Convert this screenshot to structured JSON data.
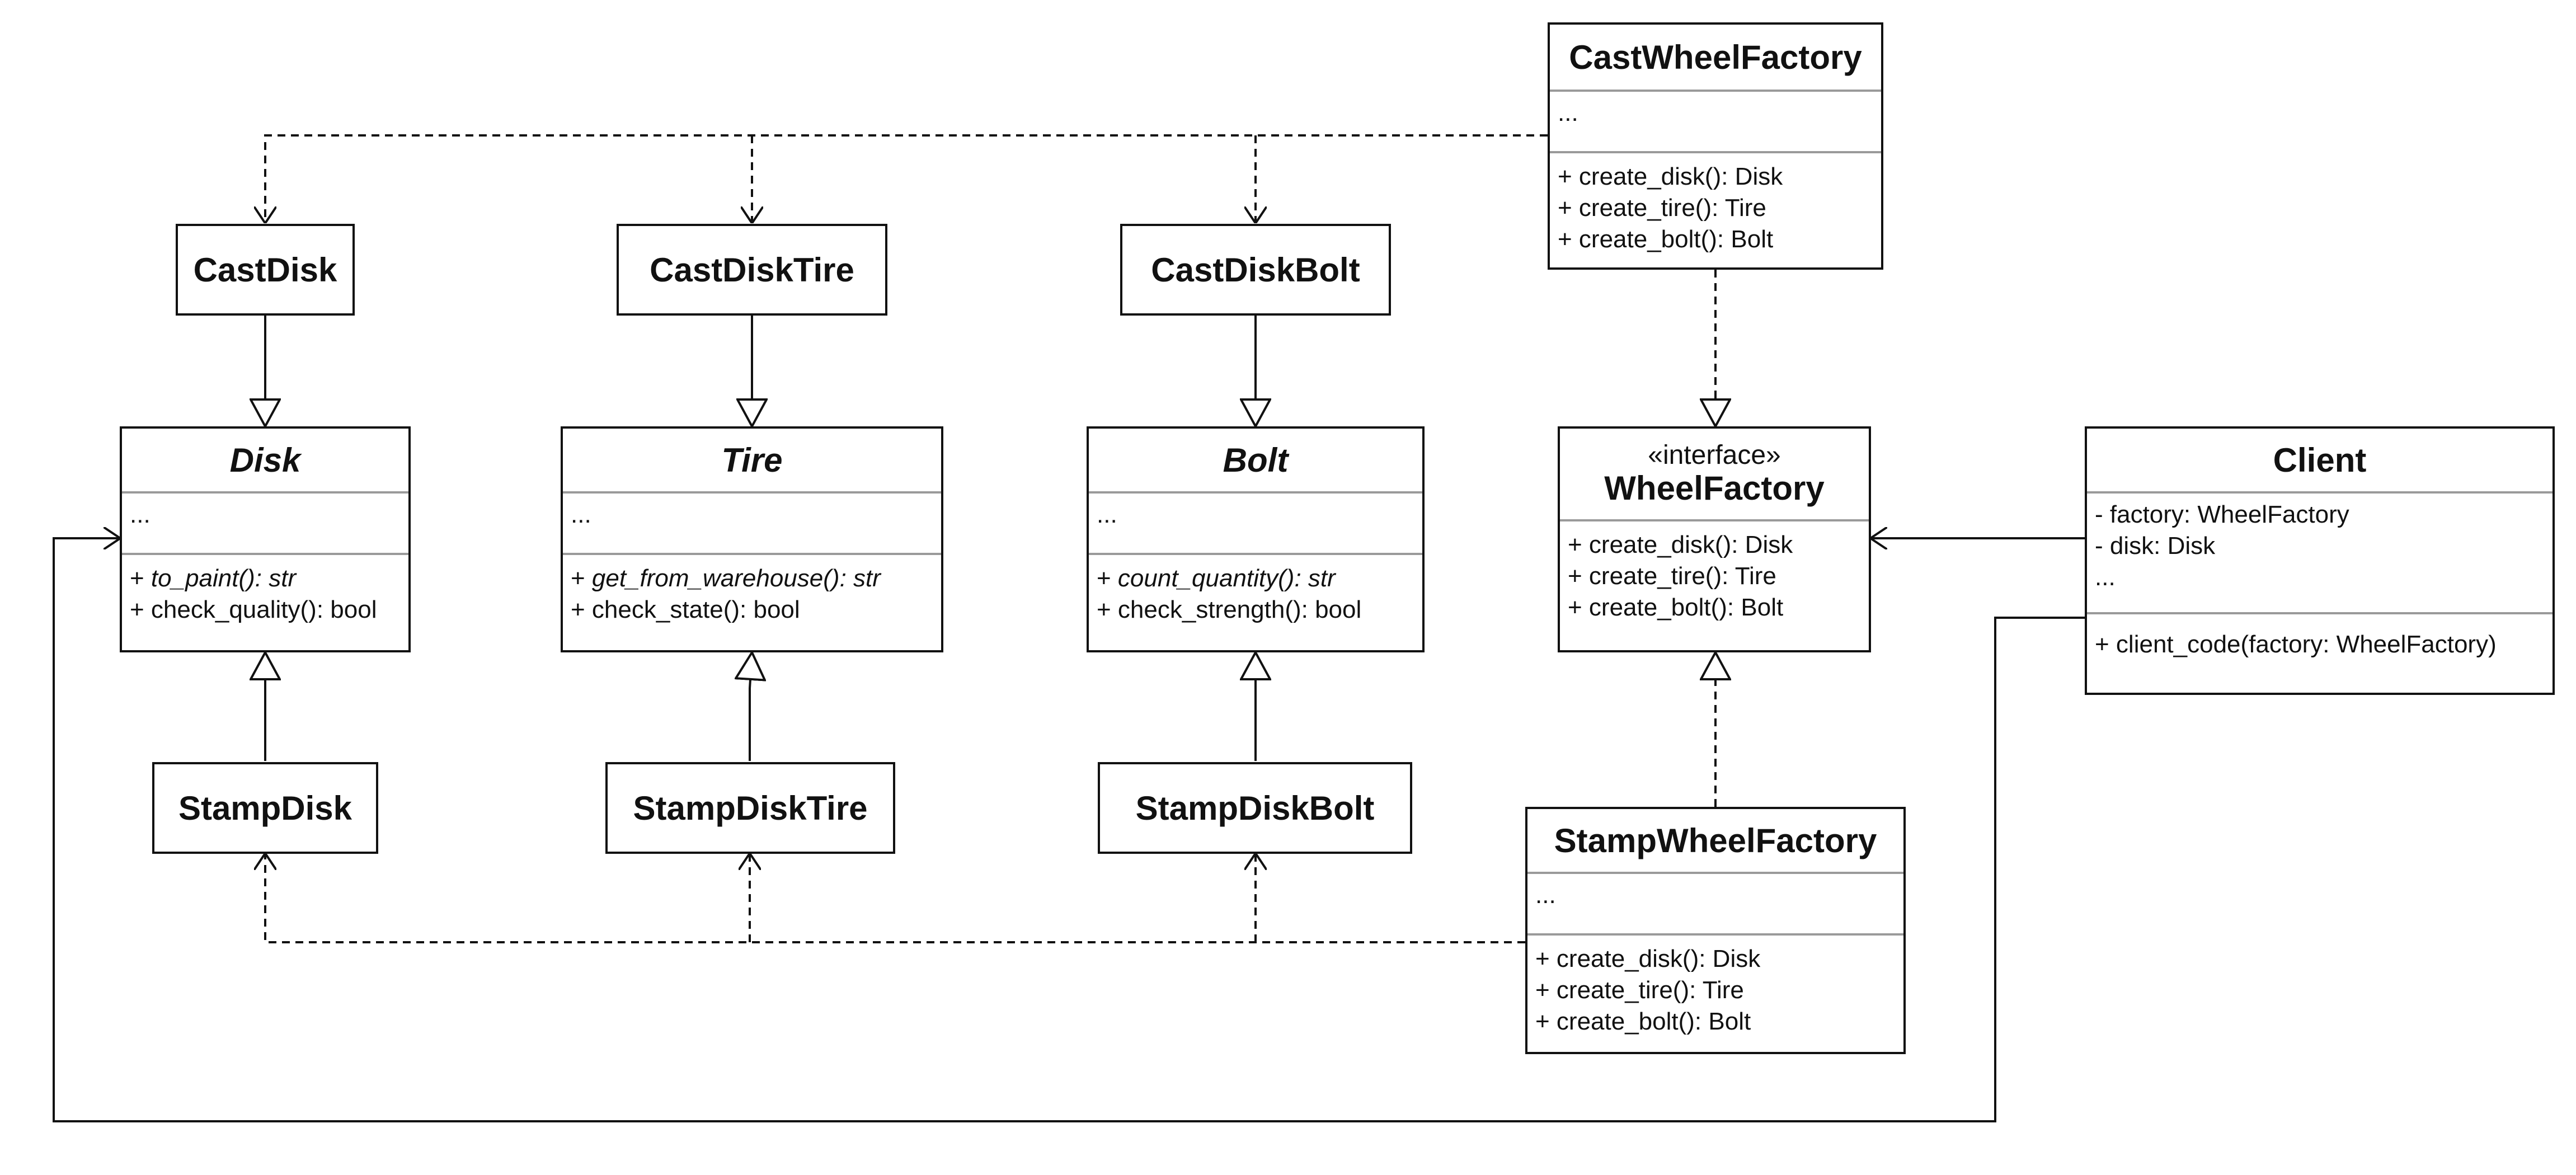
{
  "classes": {
    "cast_wheel_factory": {
      "name": "CastWheelFactory",
      "attrs": [
        "..."
      ],
      "ops": [
        "+ create_disk(): Disk",
        "+ create_tire(): Tire",
        "+ create_bolt(): Bolt"
      ]
    },
    "cast_disk": {
      "name": "CastDisk"
    },
    "cast_disk_tire": {
      "name": "CastDiskTire"
    },
    "cast_disk_bolt": {
      "name": "CastDiskBolt"
    },
    "disk": {
      "name": "Disk",
      "attrs": [
        "..."
      ],
      "ops": [
        {
          "prefix": "+ ",
          "italic": "to_paint(): str",
          "rest": ""
        },
        {
          "prefix": "+ ",
          "italic": "",
          "rest": "check_quality(): bool"
        }
      ]
    },
    "tire": {
      "name": "Tire",
      "attrs": [
        "..."
      ],
      "ops": [
        {
          "prefix": "+ ",
          "italic": "get_from_warehouse(): str",
          "rest": ""
        },
        {
          "prefix": "+ ",
          "italic": "",
          "rest": "check_state(): bool"
        }
      ]
    },
    "bolt": {
      "name": "Bolt",
      "attrs": [
        "..."
      ],
      "ops": [
        {
          "prefix": "+ ",
          "italic": "count_quantity(): str",
          "rest": ""
        },
        {
          "prefix": "+ ",
          "italic": "",
          "rest": "check_strength(): bool"
        }
      ]
    },
    "wheel_factory": {
      "stereotype": "«interface»",
      "name": "WheelFactory",
      "ops": [
        "+ create_disk(): Disk",
        "+ create_tire(): Tire",
        "+ create_bolt(): Bolt"
      ]
    },
    "client": {
      "name": "Client",
      "attrs": [
        "- factory: WheelFactory",
        "- disk: Disk",
        "..."
      ],
      "ops": [
        "+ client_code(factory: WheelFactory)"
      ]
    },
    "stamp_disk": {
      "name": "StampDisk"
    },
    "stamp_disk_tire": {
      "name": "StampDiskTire"
    },
    "stamp_disk_bolt": {
      "name": "StampDiskBolt"
    },
    "stamp_wheel_factory": {
      "name": "StampWheelFactory",
      "attrs": [
        "..."
      ],
      "ops": [
        "+ create_disk(): Disk",
        "+ create_tire(): Tire",
        "+ create_bolt(): Bolt"
      ]
    }
  },
  "colors": {
    "line": "#111111",
    "separator": "#9a9a9a",
    "background": "#ffffff"
  }
}
